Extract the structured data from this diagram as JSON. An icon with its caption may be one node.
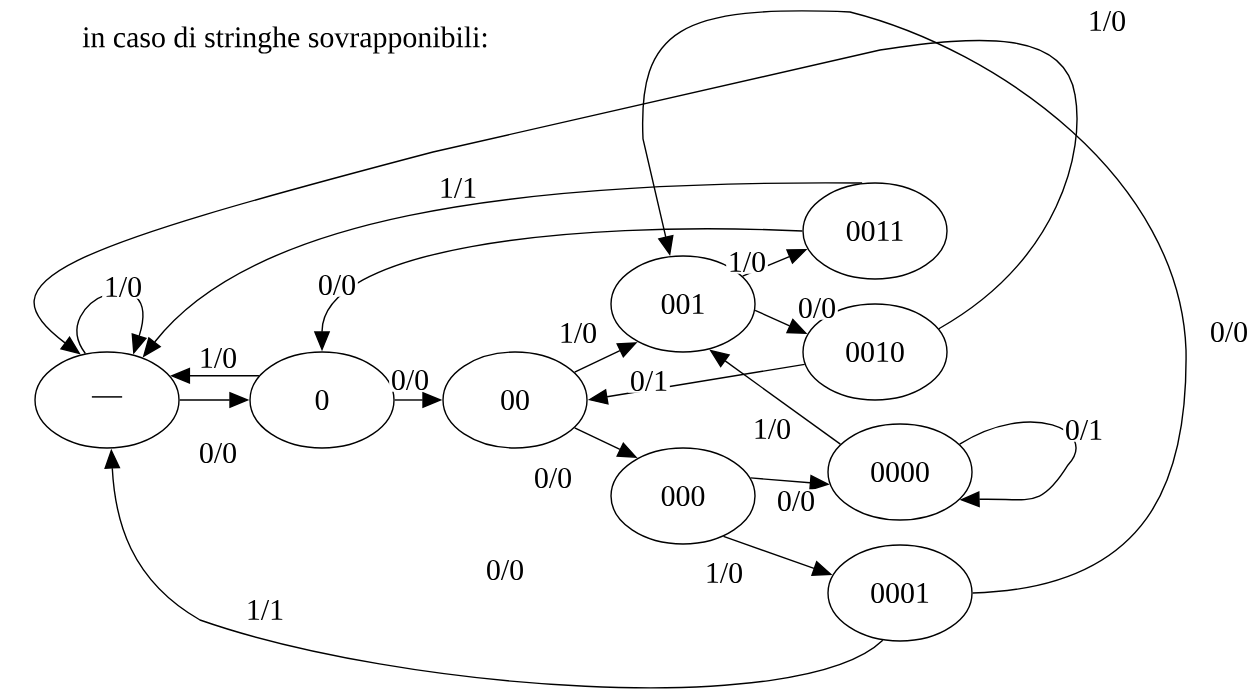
{
  "diagram": {
    "title": "in caso di stringhe sovrapponibili:",
    "nodes": [
      {
        "text": [
          "—"
        ]
      },
      {
        "text": [
          "0"
        ]
      },
      {
        "text": [
          "00"
        ]
      },
      {
        "text": [
          "001"
        ]
      },
      {
        "text": [
          "0011"
        ]
      },
      {
        "text": [
          "0010"
        ]
      },
      {
        "text": [
          "0000"
        ]
      },
      {
        "text": [
          "000"
        ]
      },
      {
        "text": [
          "0001"
        ]
      }
    ],
    "edges": [
      {
        "from": 0,
        "to": 0,
        "arrow": "to",
        "label": "1/0"
      },
      {
        "from": 0,
        "to": 1,
        "arrow": "to",
        "label": "0/0"
      },
      {
        "from": 1,
        "to": 0,
        "arrow": "to",
        "label": "1/0"
      },
      {
        "from": 1,
        "to": 2,
        "arrow": "to",
        "label": "0/0"
      },
      {
        "from": 2,
        "to": 3,
        "arrow": "to",
        "label": "1/0"
      },
      {
        "from": 2,
        "to": 7,
        "arrow": "to",
        "label": "0/0"
      },
      {
        "from": 3,
        "to": 4,
        "arrow": "to",
        "label": "1/0"
      },
      {
        "from": 3,
        "to": 5,
        "arrow": "to",
        "label": "0/0"
      },
      {
        "from": 4,
        "to": 0,
        "arrow": "to",
        "label": "1/1"
      },
      {
        "from": 4,
        "to": 1,
        "arrow": "to",
        "label": "0/0"
      },
      {
        "from": 5,
        "to": 2,
        "arrow": "to",
        "label": "0/1"
      },
      {
        "from": 5,
        "to": 0,
        "arrow": "to",
        "label": "1/0"
      },
      {
        "from": 6,
        "to": 3,
        "arrow": "to",
        "label": "1/0"
      },
      {
        "from": 6,
        "to": 6,
        "arrow": "to",
        "label": "0/1"
      },
      {
        "from": 7,
        "to": 6,
        "arrow": "to",
        "label": "0/0"
      },
      {
        "from": 7,
        "to": 8,
        "arrow": "to",
        "label": "1/0"
      },
      {
        "from": 8,
        "to": 3,
        "arrow": "to",
        "label": "0/0"
      },
      {
        "from": 8,
        "to": 0,
        "arrow": "to",
        "label": "1/1"
      }
    ],
    "labels": [
      "0/0"
    ]
  }
}
